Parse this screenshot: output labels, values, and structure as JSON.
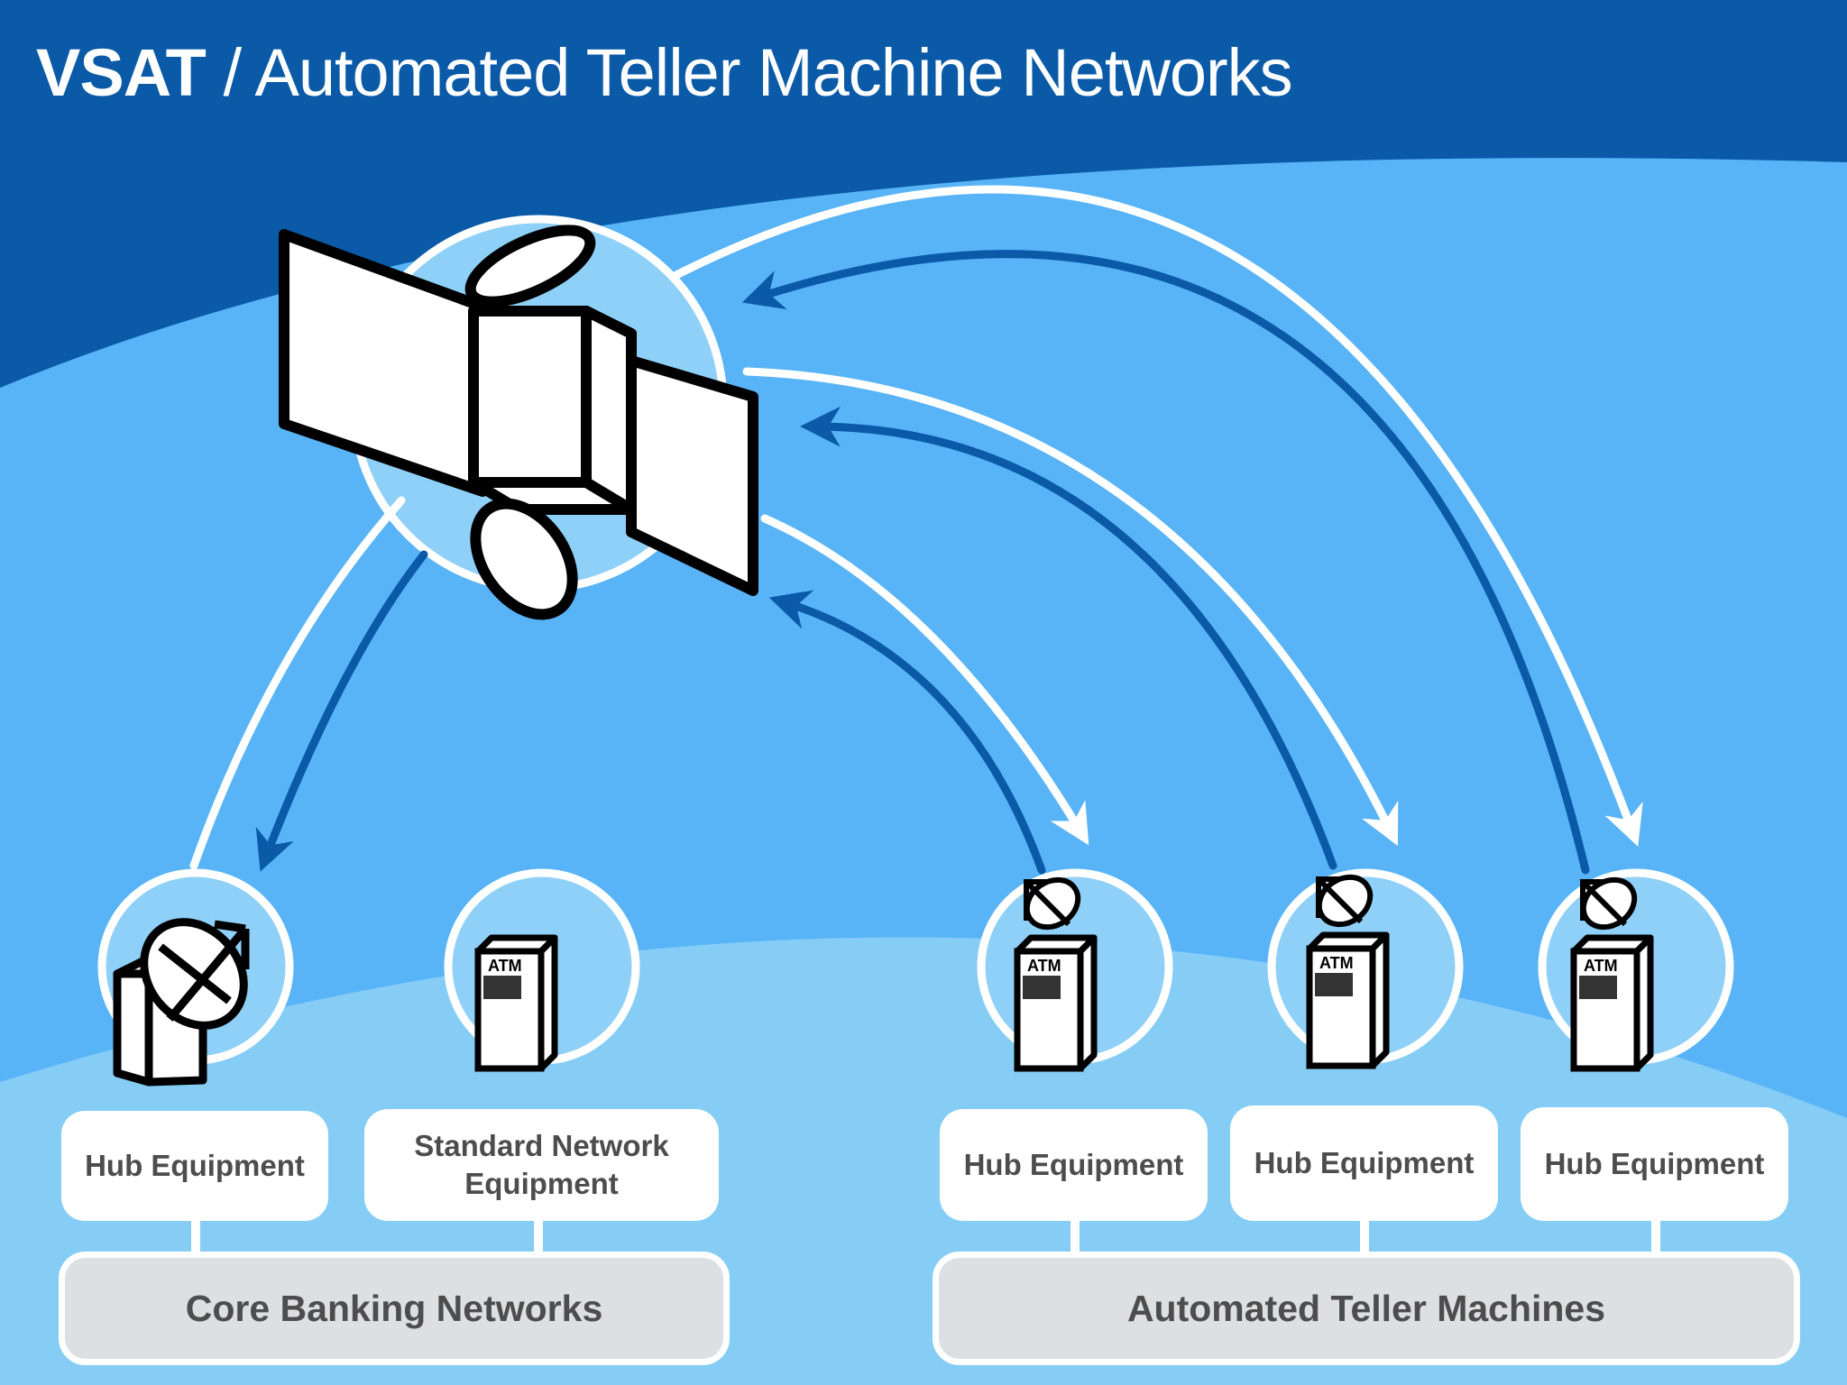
{
  "title": {
    "bold": "VSAT",
    "separator": "/",
    "rest": "Automated Teller Machine Networks"
  },
  "nodes": {
    "hub1": {
      "label": "Hub Equipment"
    },
    "standard": {
      "label": "Standard Network Equipment"
    },
    "hub2": {
      "label": "Hub Equipment"
    },
    "hub3": {
      "label": "Hub Equipment"
    },
    "hub4": {
      "label": "Hub Equipment"
    }
  },
  "atm_label": "ATM",
  "groups": {
    "core": {
      "label": "Core Banking Networks"
    },
    "atm": {
      "label": "Automated Teller Machines"
    }
  },
  "colors": {
    "background_top": "#0a5aa8",
    "sky": "#58b4f7",
    "ground": "#86cdf6",
    "circle_fill": "#8ed0f7",
    "downlink_arrow": "#ffffff",
    "uplink_arrow": "#0a5aa8",
    "group_box": "#dedfe3",
    "label_text": "#4d4d4d"
  },
  "icons": [
    "satellite-icon",
    "hub-dish-icon",
    "atm-icon",
    "atm-dish-icon"
  ]
}
